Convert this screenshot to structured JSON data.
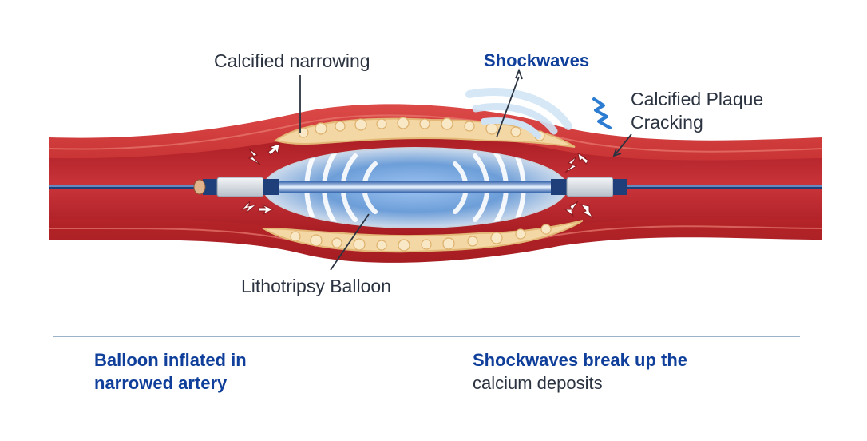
{
  "labels": {
    "calcified_narrowing": "Calcified narrowing",
    "shockwaves": "Shockwaves",
    "calcified_plaque_cracking": [
      "Calcified Plaque",
      "Cracking"
    ],
    "lithotripsy_balloon": "Lithotripsy Balloon"
  },
  "captions": {
    "left": [
      "Balloon inflated in",
      "narrowed artery"
    ],
    "right": [
      "Shockwaves break up the",
      "calcium deposits"
    ]
  },
  "colors": {
    "artery_wall": "#c0282c",
    "artery_lumen": "#b21f25",
    "plaque": "#f3d7a4",
    "balloon": "#dfe6ef",
    "catheter": "#1e3f7a",
    "shockwave_rings": "#ffffff",
    "title_blue": "#0f3f9a",
    "text": "#2b3340",
    "divider": "#9db3c9"
  },
  "icons": [
    "shockwave-arc-icon",
    "crack-zigzag-icon",
    "fracture-spark-icon",
    "pointer-arrow-icon"
  ]
}
